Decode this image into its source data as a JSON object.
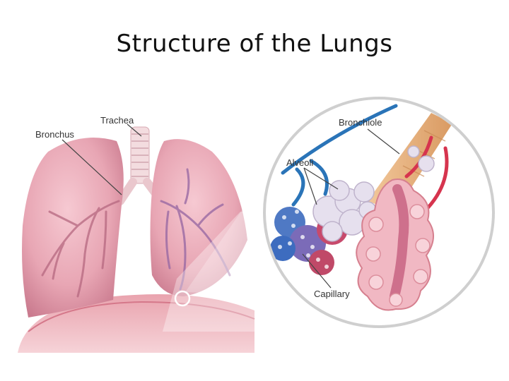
{
  "slide": {
    "title": "Structure of the Lungs"
  },
  "labels": {
    "trachea": "Trachea",
    "bronchus": "Bronchus",
    "bronchiole": "Bronchiole",
    "alveoli": "Alveoli",
    "capillary": "Capillary"
  },
  "colors": {
    "lung": "#e8a6b4",
    "lung_shade": "#c9798d",
    "trachea": "#f3dcdf",
    "bronchiole": "#e8b27c",
    "alveoli": "#e6e0ee",
    "capillary_red": "#d6344e",
    "capillary_blue": "#2a74b8",
    "diaphragm": "#e08b98"
  }
}
